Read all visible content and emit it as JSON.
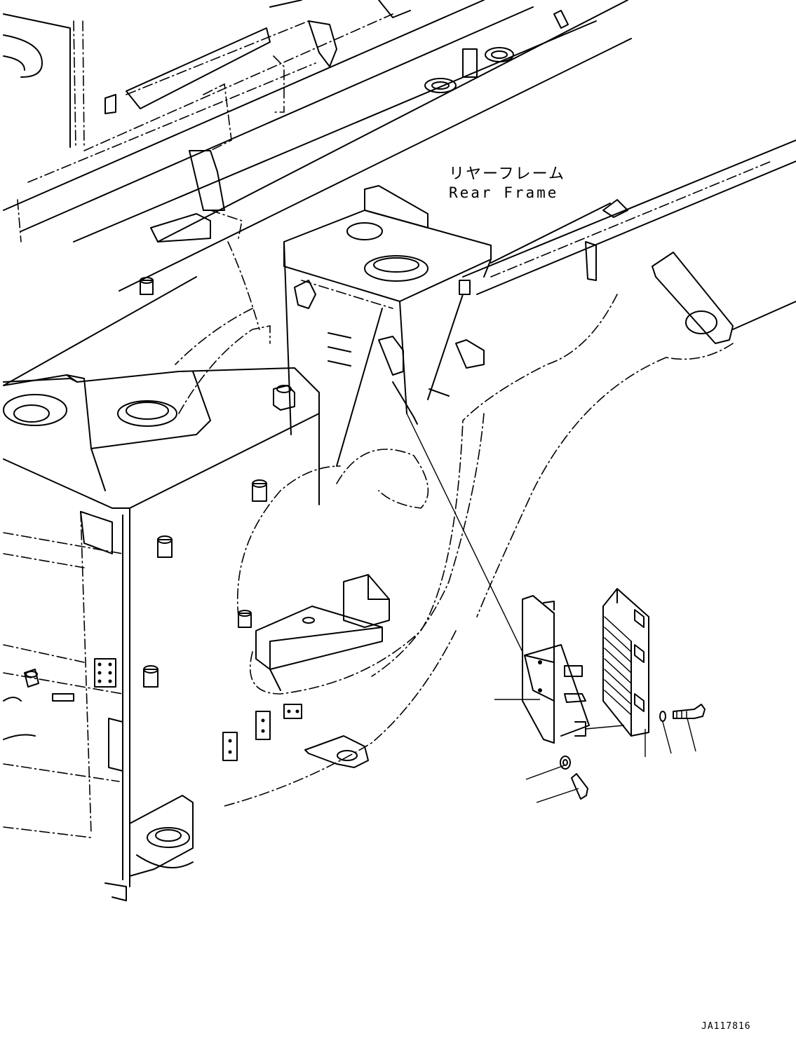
{
  "labels": {
    "rear_frame_jp": "リヤーフレーム",
    "rear_frame_en": "Rear Frame"
  },
  "drawing_code": "JA117816"
}
